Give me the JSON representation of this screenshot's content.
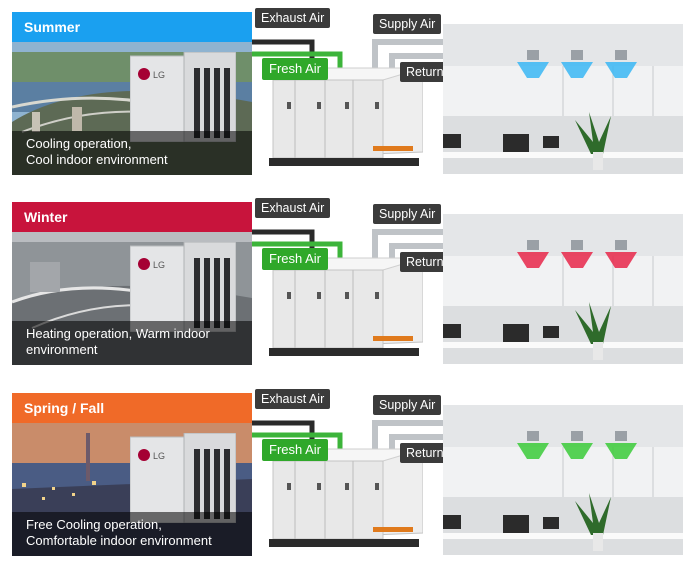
{
  "rows": [
    {
      "season": "Summer",
      "season_color": "#1aa0f0",
      "caption_line1": "Cooling operation,",
      "caption_line2": "Cool indoor environment",
      "vent_color": "#3ab8f5",
      "labels": {
        "exhaust": "Exhaust Air",
        "fresh": "Fresh Air",
        "supply": "Supply Air",
        "return": "Return Air"
      },
      "brand": "LG"
    },
    {
      "season": "Winter",
      "season_color": "#c8143c",
      "caption_line1": "Heating operation, Warm indoor",
      "caption_line2": "environment",
      "vent_color": "#e8284a",
      "labels": {
        "exhaust": "Exhaust Air",
        "fresh": "Fresh Air",
        "supply": "Supply Air",
        "return": "Return Air"
      },
      "brand": "LG"
    },
    {
      "season": "Spring / Fall",
      "season_color": "#f06a28",
      "caption_line1": "Free Cooling operation,",
      "caption_line2": "Comfortable indoor environment",
      "vent_color": "#3ccc3a",
      "labels": {
        "exhaust": "Exhaust Air",
        "fresh": "Fresh Air",
        "supply": "Supply Air",
        "return": "Return Air"
      },
      "brand": "LG"
    }
  ]
}
